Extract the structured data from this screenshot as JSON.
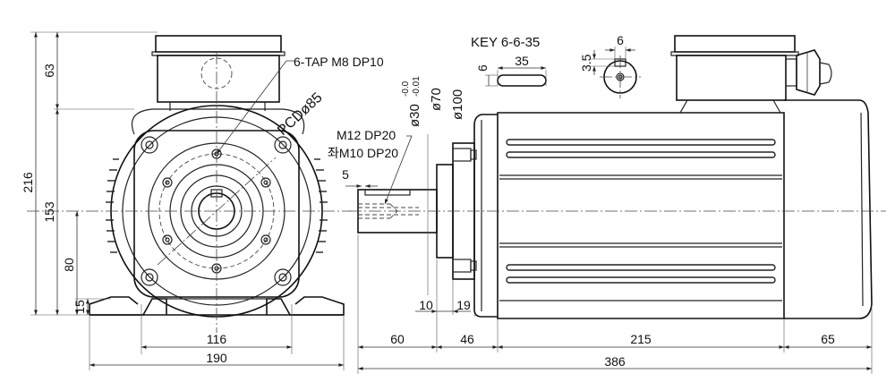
{
  "labels": {
    "tap": "6-TAP M8 DP10",
    "pcd": "PCDø85",
    "key": "KEY 6-6-35",
    "m12": "M12 DP20",
    "m10": "좌M10 DP20",
    "shaft_dia": "ø30",
    "tol_upper": "-0.0",
    "tol_lower": "-0.01",
    "d70": "ø70",
    "d100": "ø100"
  },
  "dims": {
    "d216": "216",
    "d63": "63",
    "d153": "153",
    "d80": "80",
    "d15": "15",
    "d116": "116",
    "d190": "190",
    "d60": "60",
    "d46": "46",
    "d215": "215",
    "d65": "65",
    "d386": "386",
    "d10": "10",
    "d19": "19",
    "d5": "5",
    "key_w": "6",
    "key_h": "6",
    "key_len": "35",
    "key_depth": "3.5",
    "key_w2": "6"
  }
}
